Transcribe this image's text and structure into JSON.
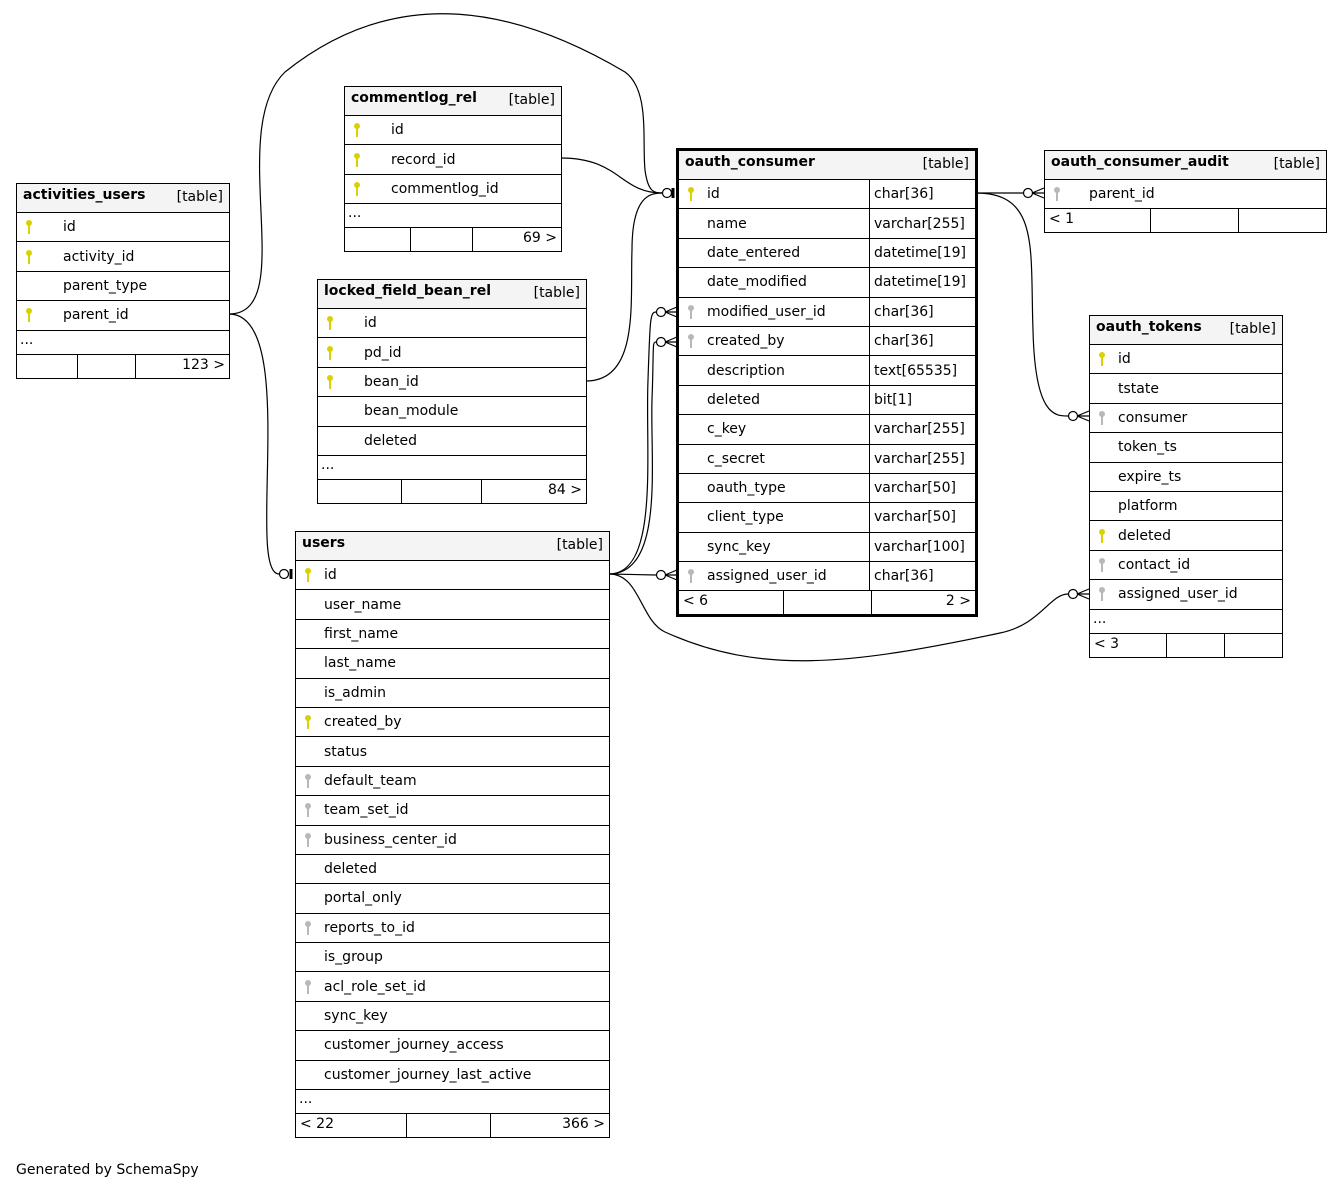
{
  "colors": {
    "pk_key": "#d9d200",
    "fk_key": "#b8b8b8",
    "header_bg": "#f4f4f4"
  },
  "tables": [
    {
      "id": "activities_users",
      "name": "activities_users",
      "kind": "[table]",
      "columns": [
        {
          "name": "id",
          "key": "pk"
        },
        {
          "name": "activity_id",
          "key": "pk"
        },
        {
          "name": "parent_type",
          "key": ""
        },
        {
          "name": "parent_id",
          "key": "pk"
        }
      ],
      "more": "...",
      "footer": {
        "left": "",
        "right": "123 >"
      }
    },
    {
      "id": "commentlog_rel",
      "name": "commentlog_rel",
      "kind": "[table]",
      "columns": [
        {
          "name": "id",
          "key": "pk"
        },
        {
          "name": "record_id",
          "key": "pk"
        },
        {
          "name": "commentlog_id",
          "key": "pk"
        }
      ],
      "more": "...",
      "footer": {
        "left": "",
        "right": "69 >"
      }
    },
    {
      "id": "locked_field_bean_rel",
      "name": "locked_field_bean_rel",
      "kind": "[table]",
      "columns": [
        {
          "name": "id",
          "key": "pk"
        },
        {
          "name": "pd_id",
          "key": "pk"
        },
        {
          "name": "bean_id",
          "key": "pk"
        },
        {
          "name": "bean_module",
          "key": ""
        },
        {
          "name": "deleted",
          "key": ""
        }
      ],
      "more": "...",
      "footer": {
        "left": "",
        "right": "84 >"
      }
    },
    {
      "id": "users",
      "name": "users",
      "kind": "[table]",
      "columns": [
        {
          "name": "id",
          "key": "pk"
        },
        {
          "name": "user_name",
          "key": ""
        },
        {
          "name": "first_name",
          "key": ""
        },
        {
          "name": "last_name",
          "key": ""
        },
        {
          "name": "is_admin",
          "key": ""
        },
        {
          "name": "created_by",
          "key": "pk"
        },
        {
          "name": "status",
          "key": ""
        },
        {
          "name": "default_team",
          "key": "fk"
        },
        {
          "name": "team_set_id",
          "key": "fk"
        },
        {
          "name": "business_center_id",
          "key": "fk"
        },
        {
          "name": "deleted",
          "key": ""
        },
        {
          "name": "portal_only",
          "key": ""
        },
        {
          "name": "reports_to_id",
          "key": "fk"
        },
        {
          "name": "is_group",
          "key": ""
        },
        {
          "name": "acl_role_set_id",
          "key": "fk"
        },
        {
          "name": "sync_key",
          "key": ""
        },
        {
          "name": "customer_journey_access",
          "key": ""
        },
        {
          "name": "customer_journey_last_active",
          "key": ""
        }
      ],
      "more": "...",
      "footer": {
        "left": "< 22",
        "right": "366 >"
      }
    },
    {
      "id": "oauth_consumer",
      "name": "oauth_consumer",
      "kind": "[table]",
      "columns": [
        {
          "name": "id",
          "type": "char[36]",
          "key": "pk"
        },
        {
          "name": "name",
          "type": "varchar[255]",
          "key": ""
        },
        {
          "name": "date_entered",
          "type": "datetime[19]",
          "key": ""
        },
        {
          "name": "date_modified",
          "type": "datetime[19]",
          "key": ""
        },
        {
          "name": "modified_user_id",
          "type": "char[36]",
          "key": "fk"
        },
        {
          "name": "created_by",
          "type": "char[36]",
          "key": "fk"
        },
        {
          "name": "description",
          "type": "text[65535]",
          "key": ""
        },
        {
          "name": "deleted",
          "type": "bit[1]",
          "key": ""
        },
        {
          "name": "c_key",
          "type": "varchar[255]",
          "key": ""
        },
        {
          "name": "c_secret",
          "type": "varchar[255]",
          "key": ""
        },
        {
          "name": "oauth_type",
          "type": "varchar[50]",
          "key": ""
        },
        {
          "name": "client_type",
          "type": "varchar[50]",
          "key": ""
        },
        {
          "name": "sync_key",
          "type": "varchar[100]",
          "key": ""
        },
        {
          "name": "assigned_user_id",
          "type": "char[36]",
          "key": "fk"
        }
      ],
      "footer": {
        "left": "< 6",
        "right": "2 >"
      }
    },
    {
      "id": "oauth_consumer_audit",
      "name": "oauth_consumer_audit",
      "kind": "[table]",
      "columns": [
        {
          "name": "parent_id",
          "key": "fk"
        }
      ],
      "footer": {
        "left": "< 1",
        "right": ""
      }
    },
    {
      "id": "oauth_tokens",
      "name": "oauth_tokens",
      "kind": "[table]",
      "columns": [
        {
          "name": "id",
          "key": "pk"
        },
        {
          "name": "tstate",
          "key": ""
        },
        {
          "name": "consumer",
          "key": "fk"
        },
        {
          "name": "token_ts",
          "key": ""
        },
        {
          "name": "expire_ts",
          "key": ""
        },
        {
          "name": "platform",
          "key": ""
        },
        {
          "name": "deleted",
          "key": "pk"
        },
        {
          "name": "contact_id",
          "key": "fk"
        },
        {
          "name": "assigned_user_id",
          "key": "fk"
        }
      ],
      "more": "...",
      "footer": {
        "left": "< 3",
        "right": ""
      }
    }
  ],
  "footer_text": "Generated by SchemaSpy"
}
